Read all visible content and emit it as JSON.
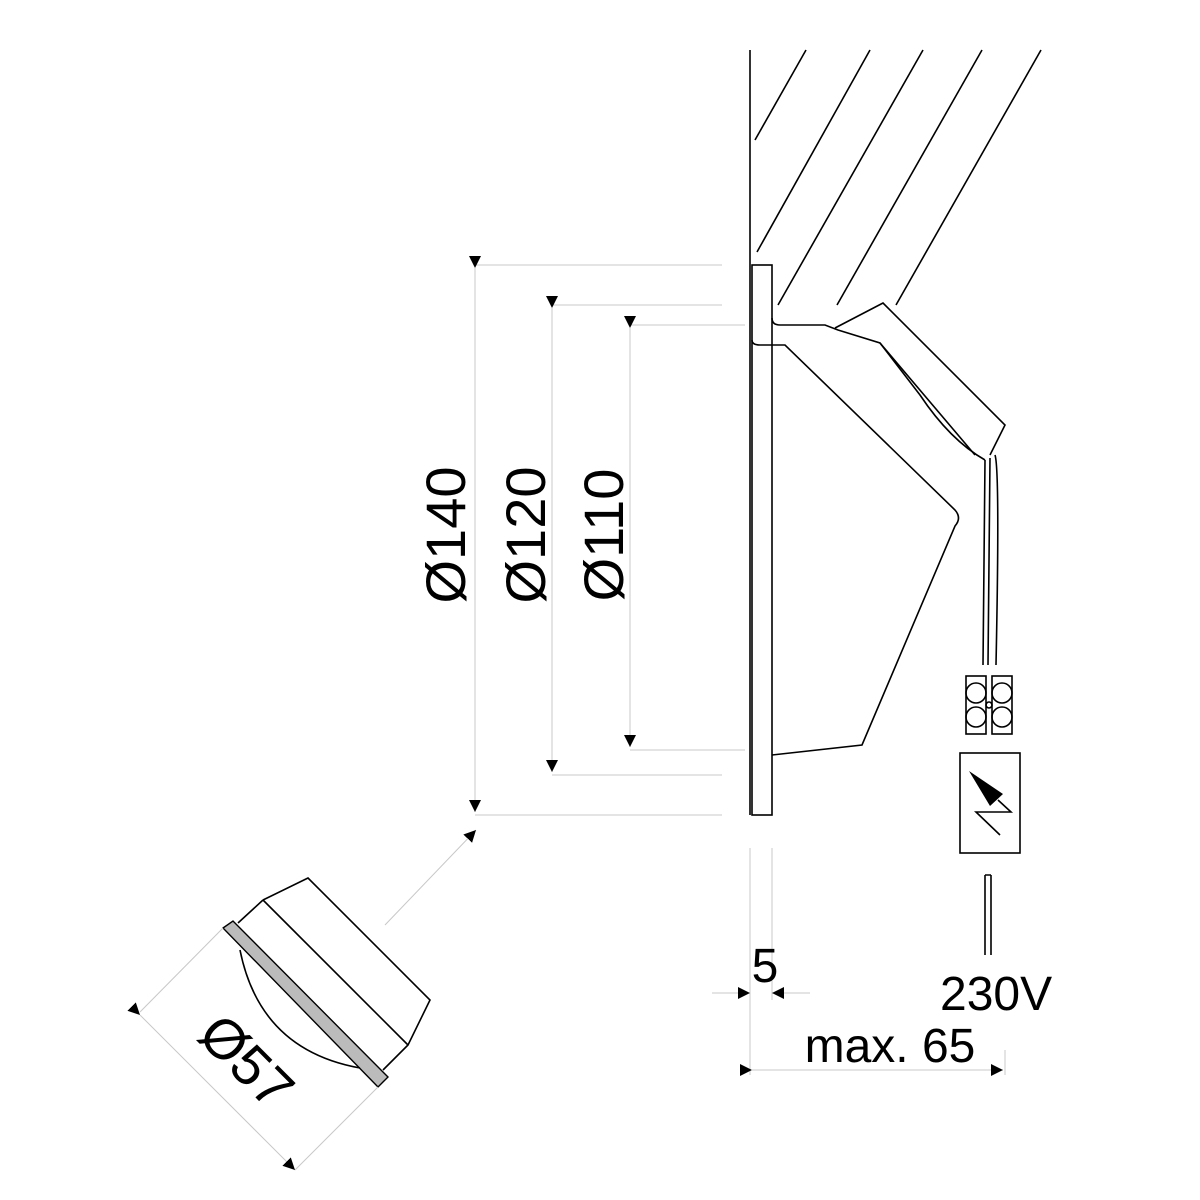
{
  "dimensions": {
    "d140": "Ø140",
    "d120": "Ø120",
    "d110": "Ø110",
    "d57": "Ø57",
    "flange": "5",
    "depth": "max. 65",
    "voltage": "230V"
  }
}
